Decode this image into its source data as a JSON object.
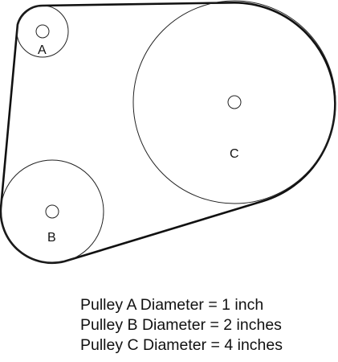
{
  "pulleys": [
    {
      "label": "A",
      "diameter_in": 1
    },
    {
      "label": "B",
      "diameter_in": 2
    },
    {
      "label": "C",
      "diameter_in": 4
    }
  ],
  "legend": [
    "Pulley A Diameter = 1 inch",
    "Pulley B Diameter = 2 inches",
    "Pulley C Diameter = 4 inches"
  ],
  "colors": {
    "stroke": "#111111",
    "background": "#ffffff"
  }
}
